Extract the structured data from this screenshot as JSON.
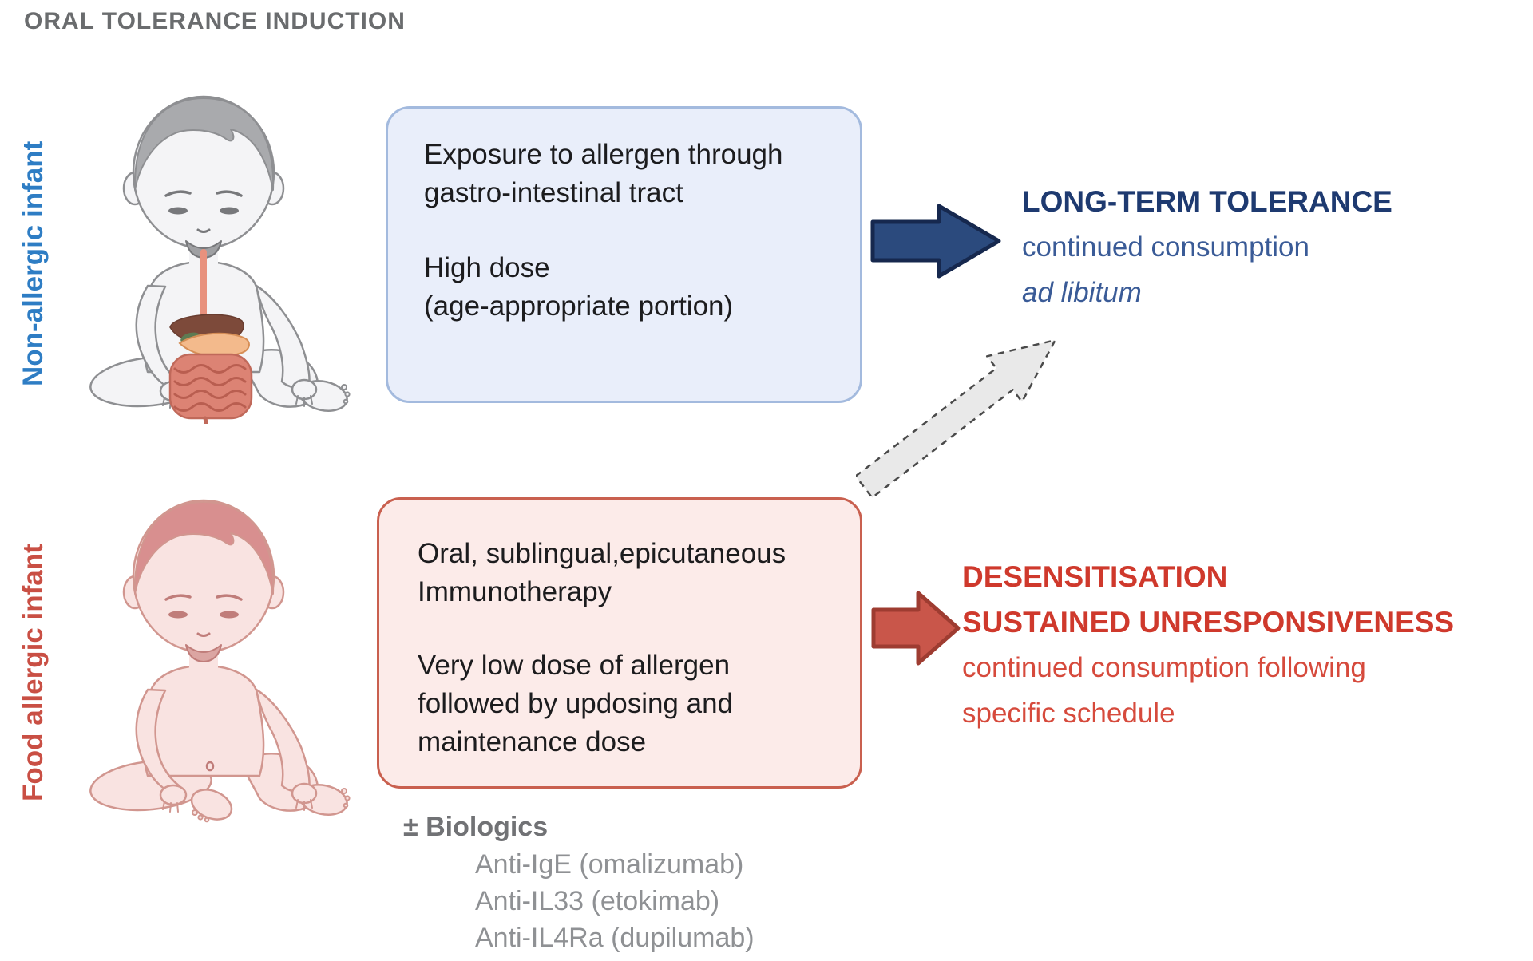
{
  "title": "ORAL TOLERANCE INDUCTION",
  "colors": {
    "title_gray": "#6a6c6e",
    "blue_label": "#2e7dc4",
    "red_label": "#c94f44",
    "navy_heading": "#1e3a70",
    "blue_text": "#3a5b97",
    "red_heading": "#cf392c",
    "red_text": "#d64a3c",
    "box_text": "#1c1c1e",
    "blue_box_fill": "#e9eefa",
    "blue_box_border": "#a3bade",
    "red_box_fill": "#fcebe9",
    "red_box_border": "#c9604f",
    "blue_arrow_fill": "#2b4a7d",
    "blue_arrow_border": "#16284e",
    "red_arrow_fill": "#c9564a",
    "red_arrow_border": "#9e3c31",
    "dashed_arrow_fill": "#e9e9e9",
    "dashed_arrow_border": "#4a4a4a",
    "bio_head_gray": "#717275",
    "bio_text_gray": "#8f9194"
  },
  "non_allergic": {
    "row_label": "Non-allergic infant",
    "box": {
      "p1": [
        "Exposure to allergen through",
        "gastro-intestinal tract"
      ],
      "p2": [
        "High dose",
        "(age-appropriate portion)"
      ]
    },
    "outcome": {
      "title": "LONG-TERM TOLERANCE",
      "line1": "continued consumption",
      "line2": "ad libitum"
    }
  },
  "food_allergic": {
    "row_label": "Food allergic infant",
    "box": {
      "p1": [
        "Oral, sublingual,epicutaneous",
        "Immunotherapy"
      ],
      "p2": [
        "Very low dose of allergen",
        "followed by updosing and",
        "maintenance dose"
      ]
    },
    "outcome": {
      "title1": "DESENSITISATION",
      "title2": "SUSTAINED UNRESPONSIVENESS",
      "line1": "continued consumption following",
      "line2": "specific schedule"
    }
  },
  "biologics": {
    "heading": "± Biologics",
    "items": [
      "Anti-IgE (omalizumab)",
      "Anti-IL33 (etokimab)",
      "Anti-IL4Ra (dupilumab)"
    ]
  }
}
